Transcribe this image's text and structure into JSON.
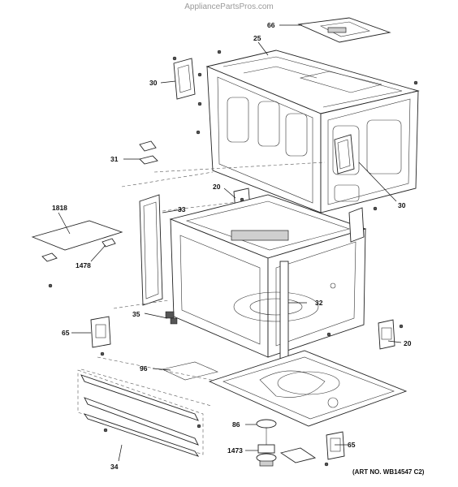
{
  "watermark": "AppliancePartsPros.com",
  "art_no": "(ART NO. WB14547 C2)",
  "callouts": [
    {
      "id": "66",
      "text": "66"
    },
    {
      "id": "25",
      "text": "25"
    },
    {
      "id": "30a",
      "text": "30"
    },
    {
      "id": "30b",
      "text": "30"
    },
    {
      "id": "31",
      "text": "31"
    },
    {
      "id": "20a",
      "text": "20"
    },
    {
      "id": "20b",
      "text": "20"
    },
    {
      "id": "1818",
      "text": "1818"
    },
    {
      "id": "33",
      "text": "33"
    },
    {
      "id": "1478",
      "text": "1478"
    },
    {
      "id": "32",
      "text": "32"
    },
    {
      "id": "35",
      "text": "35"
    },
    {
      "id": "65a",
      "text": "65"
    },
    {
      "id": "65b",
      "text": "65"
    },
    {
      "id": "96",
      "text": "96"
    },
    {
      "id": "86",
      "text": "86"
    },
    {
      "id": "1473",
      "text": "1473"
    },
    {
      "id": "34",
      "text": "34"
    }
  ]
}
